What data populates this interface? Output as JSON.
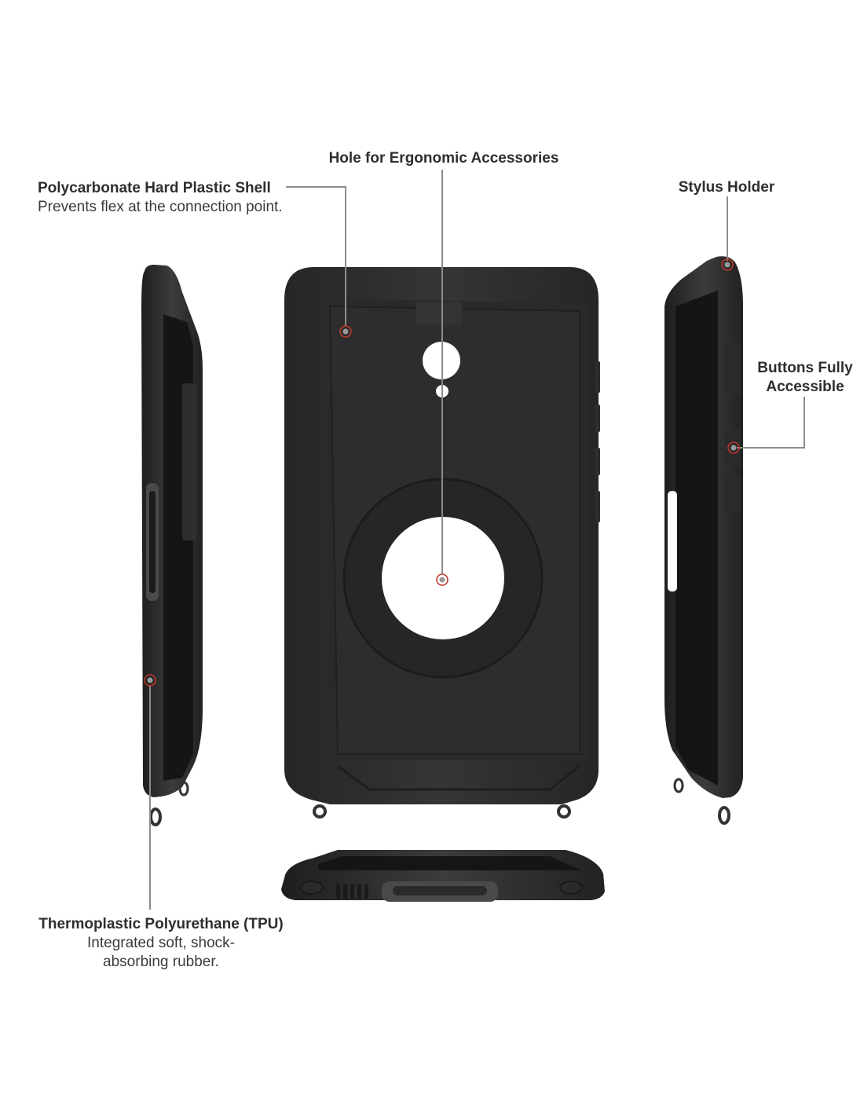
{
  "callouts": {
    "shell": {
      "title": "Polycarbonate Hard Plastic Shell",
      "subtitle": "Prevents flex at the connection point."
    },
    "hole": {
      "title": "Hole for Ergonomic Accessories"
    },
    "stylus": {
      "title": "Stylus Holder"
    },
    "buttons": {
      "title_line1": "Buttons Fully",
      "title_line2": "Accessible"
    },
    "tpu": {
      "title": "Thermoplastic Polyurethane (TPU)",
      "subtitle_line1": "Integrated soft, shock-",
      "subtitle_line2": "absorbing rubber."
    }
  },
  "colors": {
    "case_dark": "#2b2b2b",
    "case_mid": "#3a3a3a",
    "case_light": "#4a4a4a",
    "leader_line": "#8c8c8c",
    "marker_ring": "#c0392b"
  },
  "icons": [
    "red-ring-marker",
    "leader-line"
  ]
}
